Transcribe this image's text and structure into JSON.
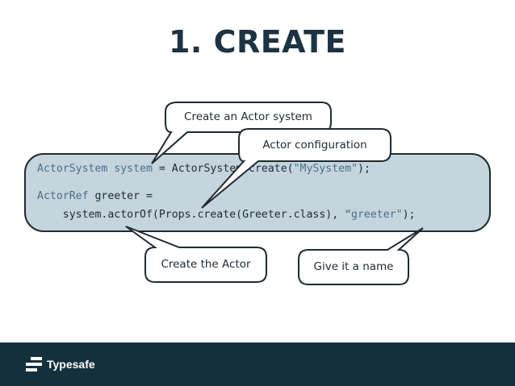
{
  "slide": {
    "title": "1. CREATE"
  },
  "code": {
    "line1": {
      "type": "ActorSystem",
      "var": "system",
      "rest_pre": " = ActorSystem.create(",
      "arg": "\"MySystem\"",
      "rest_post": ");"
    },
    "line2": {
      "type": "ActorRef",
      "rest": " greeter ="
    },
    "line3": {
      "indent_code": "    system.actorOf(Props.create(Greeter.class), ",
      "arg": "“greeter\"",
      "end": ");"
    }
  },
  "callouts": {
    "create_system": "Create an Actor system",
    "actor_config": "Actor configuration",
    "create_actor": "Create the Actor",
    "give_name": "Give it a name"
  },
  "footer": {
    "brand": "Typesafe",
    "logo_icon": "typesafe-logo-icon",
    "background_color": "#15303d"
  }
}
